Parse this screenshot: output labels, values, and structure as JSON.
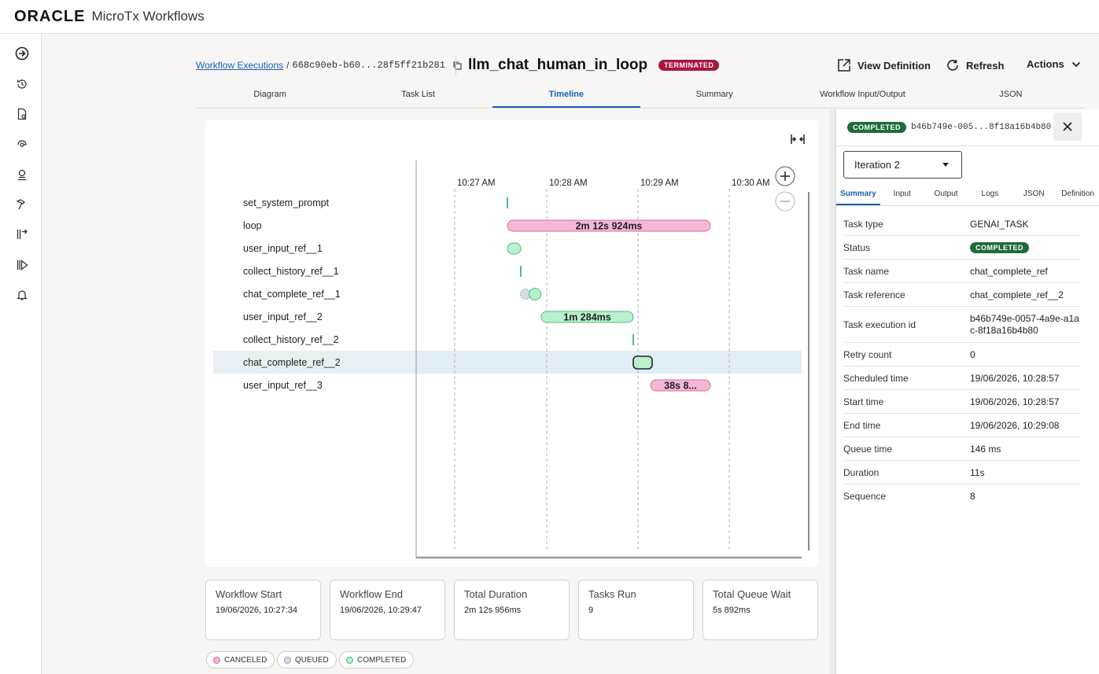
{
  "app": {
    "brand": "ORACLE",
    "product": "MicroTx Workflows"
  },
  "rail": [
    "arrow-right-circle-icon",
    "history-icon",
    "file-settings-icon",
    "webhook-icon",
    "agent-icon",
    "hammer-icon",
    "step-forward-icon",
    "play-forward-icon",
    "bell-icon"
  ],
  "header": {
    "breadcrumb_link": "Workflow Executions",
    "breadcrumb_sep": "/",
    "execution_id": "668c90eb-b60...28f5ff21b281",
    "title": "llm_chat_human_in_loop",
    "status": "TERMINATED",
    "view_definition": "View Definition",
    "refresh": "Refresh",
    "actions": "Actions"
  },
  "tabs": [
    {
      "label": "Diagram",
      "active": false
    },
    {
      "label": "Task List",
      "active": false
    },
    {
      "label": "Timeline",
      "active": true
    },
    {
      "label": "Summary",
      "active": false
    },
    {
      "label": "Workflow Input/Output",
      "active": false
    },
    {
      "label": "JSON",
      "active": false
    }
  ],
  "timeline": {
    "ticks": [
      "10:27 AM",
      "10:28 AM",
      "10:29 AM",
      "10:30 AM"
    ],
    "tasks": [
      {
        "name": "set_system_prompt",
        "status": "COMPLETED",
        "label": ""
      },
      {
        "name": "loop",
        "status": "CANCELED",
        "label": "2m 12s 924ms"
      },
      {
        "name": "user_input_ref__1",
        "status": "COMPLETED",
        "label": ""
      },
      {
        "name": "collect_history_ref__1",
        "status": "COMPLETED",
        "label": ""
      },
      {
        "name": "chat_complete_ref__1",
        "status": "COMPLETED",
        "label": ""
      },
      {
        "name": "user_input_ref__2",
        "status": "COMPLETED",
        "label": "1m 284ms"
      },
      {
        "name": "collect_history_ref__2",
        "status": "COMPLETED",
        "label": ""
      },
      {
        "name": "chat_complete_ref__2",
        "status": "COMPLETED",
        "label": "",
        "selected": true
      },
      {
        "name": "user_input_ref__3",
        "status": "CANCELED",
        "label": "38s 8..."
      }
    ]
  },
  "stats": [
    {
      "label": "Workflow Start",
      "value": "19/06/2026, 10:27:34"
    },
    {
      "label": "Workflow End",
      "value": "19/06/2026, 10:29:47"
    },
    {
      "label": "Total Duration",
      "value": "2m 12s 956ms"
    },
    {
      "label": "Tasks Run",
      "value": "9"
    },
    {
      "label": "Total Queue Wait",
      "value": "5s 892ms"
    }
  ],
  "legend": [
    {
      "label": "CANCELED",
      "color": "#f4b8d6"
    },
    {
      "label": "QUEUED",
      "color": "#d6dde6"
    },
    {
      "label": "COMPLETED",
      "color": "#b9f0cd"
    }
  ],
  "panel": {
    "status": "COMPLETED",
    "task_id": "b46b749e-005...8f18a16b4b80",
    "iteration": "Iteration 2",
    "tabs": [
      {
        "label": "Summary",
        "active": true
      },
      {
        "label": "Input",
        "active": false
      },
      {
        "label": "Output",
        "active": false
      },
      {
        "label": "Logs",
        "active": false
      },
      {
        "label": "JSON",
        "active": false
      },
      {
        "label": "Definition",
        "active": false
      }
    ],
    "rows": [
      {
        "key": "Task type",
        "value": "GENAI_TASK"
      },
      {
        "key": "Status",
        "value": "COMPLETED"
      },
      {
        "key": "Task name",
        "value": "chat_complete_ref"
      },
      {
        "key": "Task reference",
        "value": "chat_complete_ref__2"
      },
      {
        "key": "Task execution id",
        "value": "b46b749e-0057-4a9e-a1ac-8f18a16b4b80"
      },
      {
        "key": "Retry count",
        "value": "0"
      },
      {
        "key": "Scheduled time",
        "value": "19/06/2026, 10:28:57"
      },
      {
        "key": "Start time",
        "value": "19/06/2026, 10:28:57"
      },
      {
        "key": "End time",
        "value": "19/06/2026, 10:29:08"
      },
      {
        "key": "Queue time",
        "value": "146 ms"
      },
      {
        "key": "Duration",
        "value": "11s"
      },
      {
        "key": "Sequence",
        "value": "8"
      }
    ]
  },
  "colors": {
    "accent": "#1a5fb4",
    "terminated": "#a8163e",
    "completed_badge": "#1e6b3a",
    "canceled_fill": "#f4b8d6",
    "completed_fill": "#b9f0cd",
    "queued_fill": "#d6dde6"
  }
}
